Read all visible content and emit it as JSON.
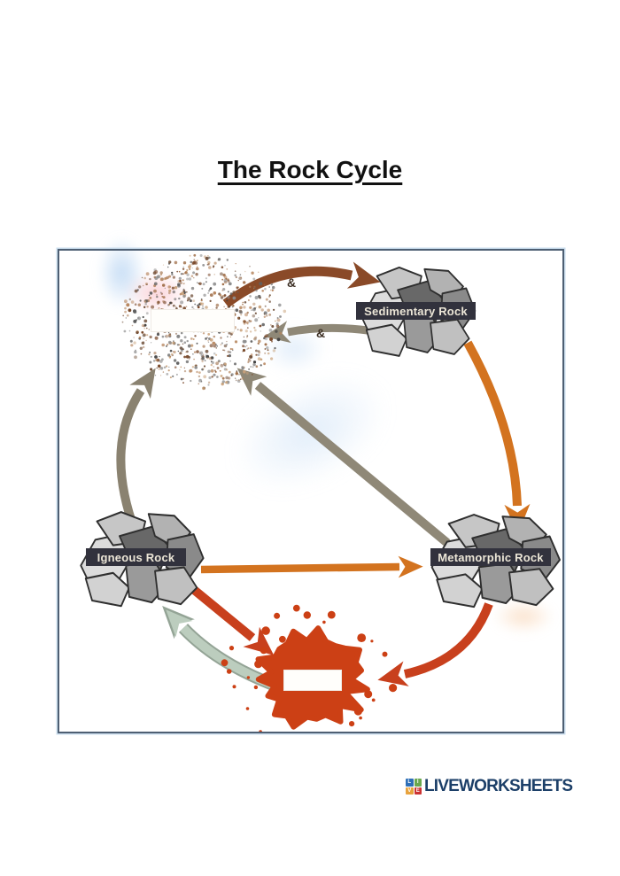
{
  "title": "The Rock Cycle",
  "worksheet": {
    "frame_border_color": "#4e5f73",
    "nodes": {
      "sedimentary": {
        "label": "Sedimentary Rock"
      },
      "igneous": {
        "label": "Igneous Rock"
      },
      "metamorphic": {
        "label": "Metamorphic Rock"
      },
      "sediment": {
        "answer_value": "",
        "answer_placeholder": ""
      },
      "magma": {
        "answer_value": "",
        "answer_placeholder": ""
      }
    },
    "annotations": {
      "arrow_label_top": "&",
      "arrow_label_bottom": "&"
    },
    "colors": {
      "label_band": "#32323d",
      "label_text": "#ece6d7",
      "arrow_brown": "#8a4a28",
      "arrow_gray": "#8f8877",
      "arrow_graybrown": "#8a8270",
      "arrow_orange": "#d3731f",
      "arrow_red": "#c8401d",
      "arrow_green": "#bccdbe",
      "arrow_green_outline": "#94a496",
      "magma": "#cc4015"
    }
  },
  "footer": {
    "brand": "LIVEWORKSHEETS",
    "brand_color": "#1c3f68",
    "logo_letters": [
      "L",
      "I",
      "V",
      "E"
    ],
    "logo_colors": [
      "#2e6fb7",
      "#6aa84f",
      "#e8a33d",
      "#cc3333"
    ]
  }
}
